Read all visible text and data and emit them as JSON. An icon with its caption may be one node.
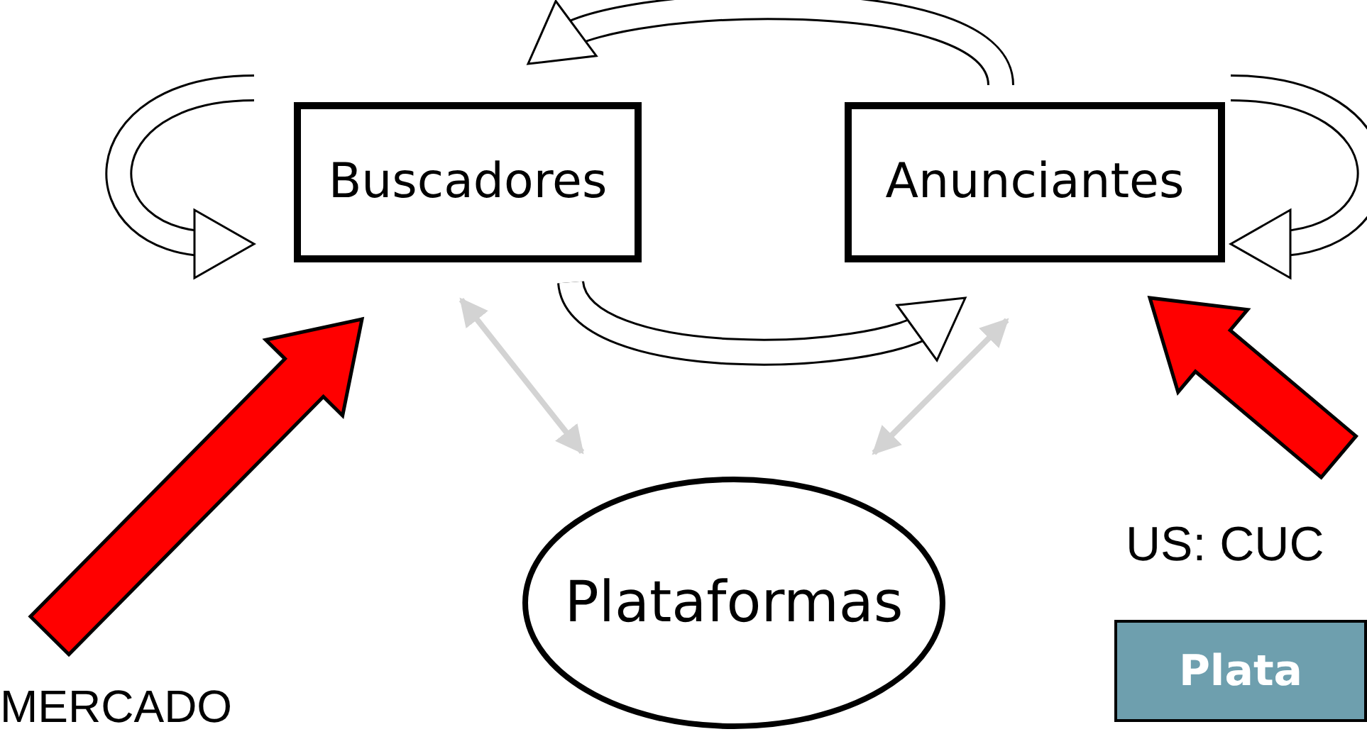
{
  "diagram": {
    "nodes": [
      {
        "text": [
          "Buscadores"
        ]
      },
      {
        "text": [
          "Anunciantes"
        ]
      },
      {
        "text": [
          "Plataformas"
        ]
      },
      {
        "text": [
          "MERCADO"
        ]
      },
      {
        "text": [
          "US: CUC"
        ]
      }
    ],
    "edges": [
      {
        "from": 0,
        "to": 2,
        "arrow": "both",
        "color": "#d3d3d3"
      },
      {
        "from": 1,
        "to": 2,
        "arrow": "both",
        "color": "#d3d3d3"
      },
      {
        "from": 3,
        "to": 0,
        "arrow": "to",
        "style": "thick",
        "color": "#ff0000"
      },
      {
        "from": 4,
        "to": 1,
        "arrow": "to",
        "style": "thick",
        "color": "#ff0000"
      }
    ],
    "labels": [
      "Plata"
    ]
  }
}
